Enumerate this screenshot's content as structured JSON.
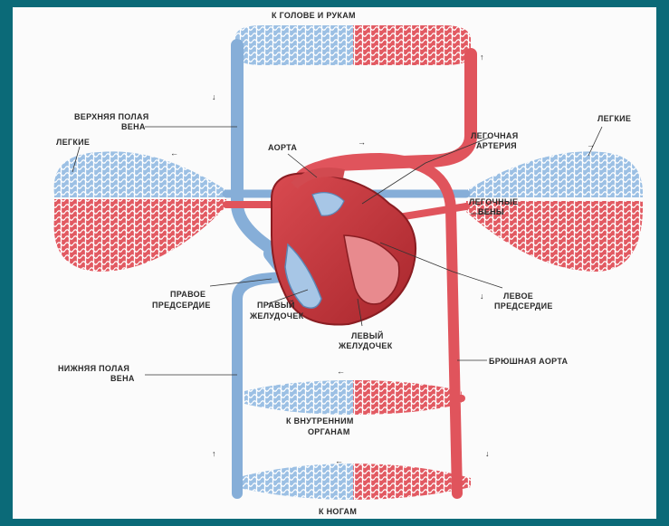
{
  "labels": {
    "head_arms": "К ГОЛОВЕ И РУКАМ",
    "superior_vena_cava_1": "ВЕРХНЯЯ ПОЛАЯ",
    "superior_vena_cava_2": "ВЕНА",
    "lungs_left": "ЛЕГКИЕ",
    "lungs_right": "ЛЕГКИЕ",
    "aorta": "АОРТА",
    "pulmonary_artery_1": "ЛЕГОЧНАЯ",
    "pulmonary_artery_2": "АРТЕРИЯ",
    "pulmonary_veins_1": "ЛЕГОЧНЫЕ",
    "pulmonary_veins_2": "ВЕНЫ",
    "right_atrium_1": "ПРАВОЕ",
    "right_atrium_2": "ПРЕДСЕРДИЕ",
    "right_ventricle_1": "ПРАВЫЙ",
    "right_ventricle_2": "ЖЕЛУДОЧЕК",
    "left_atrium_1": "ЛЕВОЕ",
    "left_atrium_2": "ПРЕДСЕРДИЕ",
    "left_ventricle_1": "ЛЕВЫЙ",
    "left_ventricle_2": "ЖЕЛУДОЧЕК",
    "inferior_vena_cava_1": "НИЖНЯЯ ПОЛАЯ",
    "inferior_vena_cava_2": "ВЕНА",
    "abdominal_aorta": "БРЮШНАЯ АОРТА",
    "internal_organs_1": "К ВНУТРЕННИМ",
    "internal_organs_2": "ОРГАНАМ",
    "legs": "К НОГАМ"
  },
  "colors": {
    "arterial": "#e0545c",
    "venous": "#86aed8",
    "heart": "#c9383f",
    "frame": "#0b6a78"
  }
}
